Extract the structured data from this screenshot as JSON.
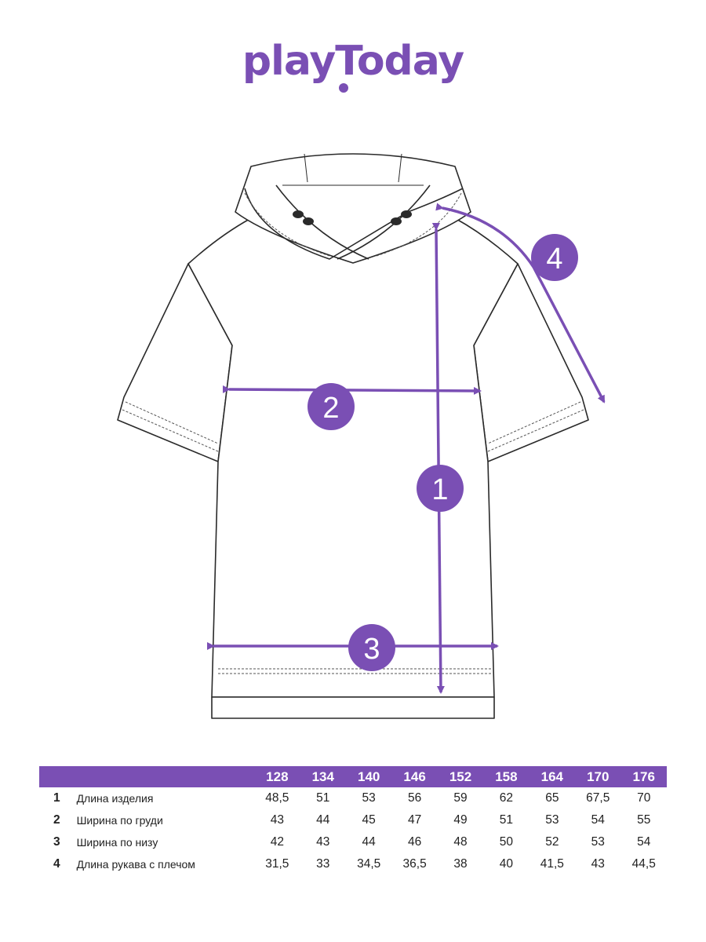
{
  "brand": {
    "logo_text": "playToday",
    "accent_color": "#7a4fb4"
  },
  "markers": [
    {
      "id": "1",
      "label": "1"
    },
    {
      "id": "2",
      "label": "2"
    },
    {
      "id": "3",
      "label": "3"
    },
    {
      "id": "4",
      "label": "4"
    }
  ],
  "table": {
    "sizes": [
      "128",
      "134",
      "140",
      "146",
      "152",
      "158",
      "164",
      "170",
      "176"
    ],
    "rows": [
      {
        "num": "1",
        "label": "Длина изделия",
        "values": [
          "48,5",
          "51",
          "53",
          "56",
          "59",
          "62",
          "65",
          "67,5",
          "70"
        ]
      },
      {
        "num": "2",
        "label": "Ширина по груди",
        "values": [
          "43",
          "44",
          "45",
          "47",
          "49",
          "51",
          "53",
          "54",
          "55"
        ]
      },
      {
        "num": "3",
        "label": "Ширина по низу",
        "values": [
          "42",
          "43",
          "44",
          "46",
          "48",
          "50",
          "52",
          "53",
          "54"
        ]
      },
      {
        "num": "4",
        "label": "Длина рукава с плечом",
        "values": [
          "31,5",
          "33",
          "34,5",
          "36,5",
          "38",
          "40",
          "41,5",
          "43",
          "44,5"
        ]
      }
    ]
  }
}
